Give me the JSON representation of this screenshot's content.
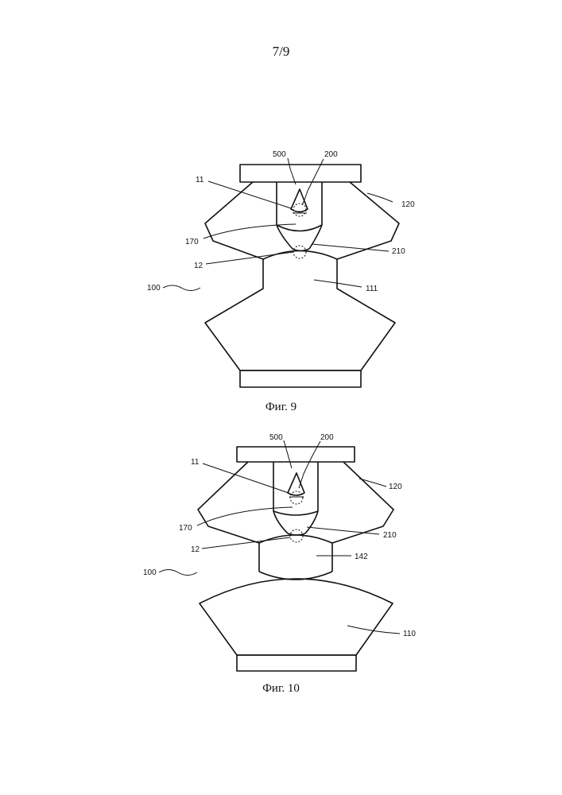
{
  "page_number": "7/9",
  "figures": [
    {
      "caption": "Фиг. 9",
      "labels": {
        "l500": "500",
        "l200": "200",
        "l11": "11",
        "l120": "120",
        "l170": "170",
        "l210": "210",
        "l12": "12",
        "l100": "100",
        "l111": "111"
      }
    },
    {
      "caption": "Фиг. 10",
      "labels": {
        "l500": "500",
        "l200": "200",
        "l11": "11",
        "l120": "120",
        "l170": "170",
        "l210": "210",
        "l12": "12",
        "l100": "100",
        "l142": "142",
        "l110": "110"
      }
    }
  ]
}
